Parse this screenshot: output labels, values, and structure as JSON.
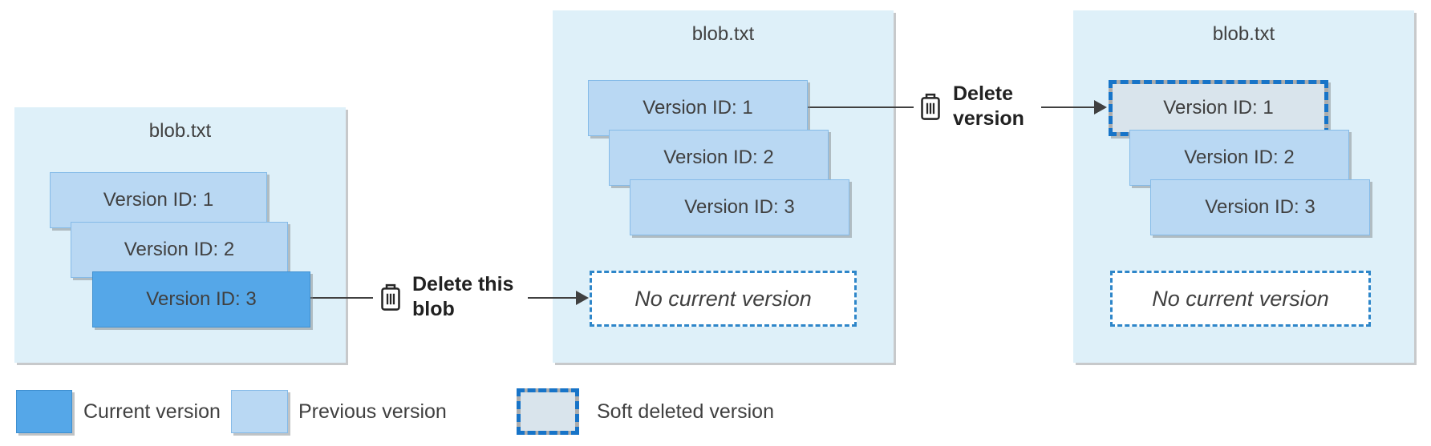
{
  "colors": {
    "panel_bg": "#DEF0F9",
    "previous_version_fill": "#B9D8F3",
    "previous_version_border": "#85BBE8",
    "current_version_fill": "#55A7E8",
    "soft_deleted_fill": "#D9E4EC",
    "soft_deleted_dash_blue": "#1774C8",
    "soft_deleted_dash_gray": "#ACACAC",
    "no_current_border": "#2E86C9",
    "text": "#404040",
    "arrow": "#404040"
  },
  "panels": [
    {
      "title": "blob.txt",
      "versions": [
        {
          "label": "Version ID: 1",
          "state": "previous"
        },
        {
          "label": "Version ID: 2",
          "state": "previous"
        },
        {
          "label": "Version ID: 3",
          "state": "current"
        }
      ]
    },
    {
      "title": "blob.txt",
      "versions": [
        {
          "label": "Version ID: 1",
          "state": "previous"
        },
        {
          "label": "Version ID: 2",
          "state": "previous"
        },
        {
          "label": "Version ID: 3",
          "state": "previous"
        }
      ],
      "placeholder": "No current version"
    },
    {
      "title": "blob.txt",
      "versions": [
        {
          "label": "Version ID: 1",
          "state": "soft-deleted"
        },
        {
          "label": "Version ID: 2",
          "state": "previous"
        },
        {
          "label": "Version ID: 3",
          "state": "previous"
        }
      ],
      "placeholder": "No current version"
    }
  ],
  "actions": [
    {
      "label": "Delete this blob",
      "lines": [
        "Delete this",
        "blob"
      ],
      "icon": "trash-icon"
    },
    {
      "label": "Delete version",
      "lines": [
        "Delete",
        "version"
      ],
      "icon": "trash-icon"
    }
  ],
  "legend": [
    {
      "label": "Current version",
      "swatch": "current"
    },
    {
      "label": "Previous version",
      "swatch": "previous"
    },
    {
      "label": "Soft deleted version",
      "swatch": "soft-deleted"
    }
  ]
}
